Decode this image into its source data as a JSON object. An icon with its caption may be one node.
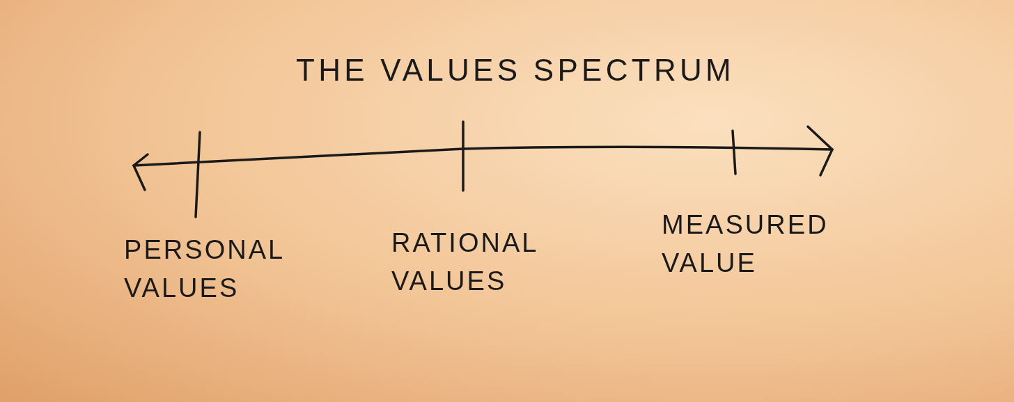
{
  "diagram": {
    "title": "THE VALUES SPECTRUM",
    "labels": [
      "PERSONAL VALUES",
      "RATIONAL VALUES",
      "MEASURED VALUE"
    ]
  }
}
